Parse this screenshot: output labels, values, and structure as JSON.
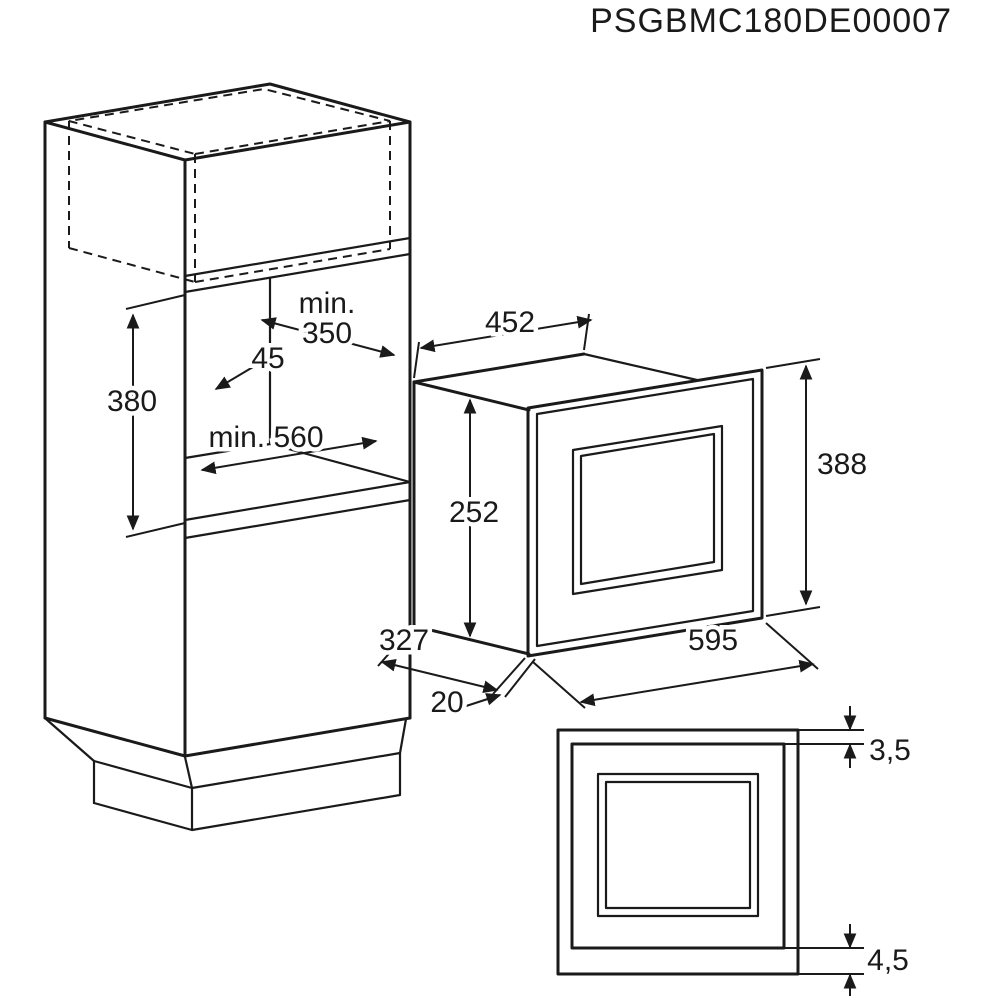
{
  "title_code": "PSGBMC180DE00007",
  "cabinet": {
    "niche_depth_label": {
      "line1": "min.",
      "line2": "350"
    },
    "clearance_label": "45",
    "niche_height_label": "380",
    "niche_width_label": "min. 560"
  },
  "microwave": {
    "body_width_label": "452",
    "body_height_label": "252",
    "frame_height_label": "388",
    "frame_width_label": "595",
    "depth_label": "327",
    "frame_offset_label": "20"
  },
  "detail": {
    "top_gap_label": "3,5",
    "bottom_gap_label": "4,5"
  },
  "colors": {
    "line": "#1a1a1a",
    "background": "#ffffff"
  }
}
